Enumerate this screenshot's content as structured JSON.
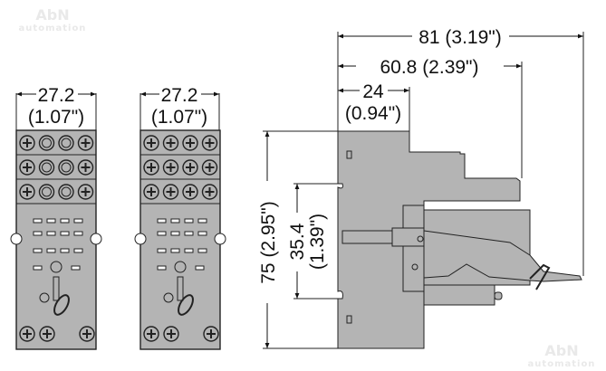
{
  "watermark": {
    "line1": "AbN",
    "line2": "automation"
  },
  "front_view_1": {
    "width_mm": "27.2",
    "width_in": "(1.07\")"
  },
  "front_view_2": {
    "width_mm": "27.2",
    "width_in": "(1.07\")"
  },
  "side_view": {
    "overall_depth": "81 (3.19\")",
    "relay_depth": "60.8 (2.39\")",
    "socket_depth_mm": "24",
    "socket_depth_in": "(0.94\")",
    "height": "75 (2.95\")",
    "rail_mm": "35.4",
    "rail_in": "(1.39\")"
  },
  "colors": {
    "body": "#b4b4b4",
    "line": "#222222"
  }
}
